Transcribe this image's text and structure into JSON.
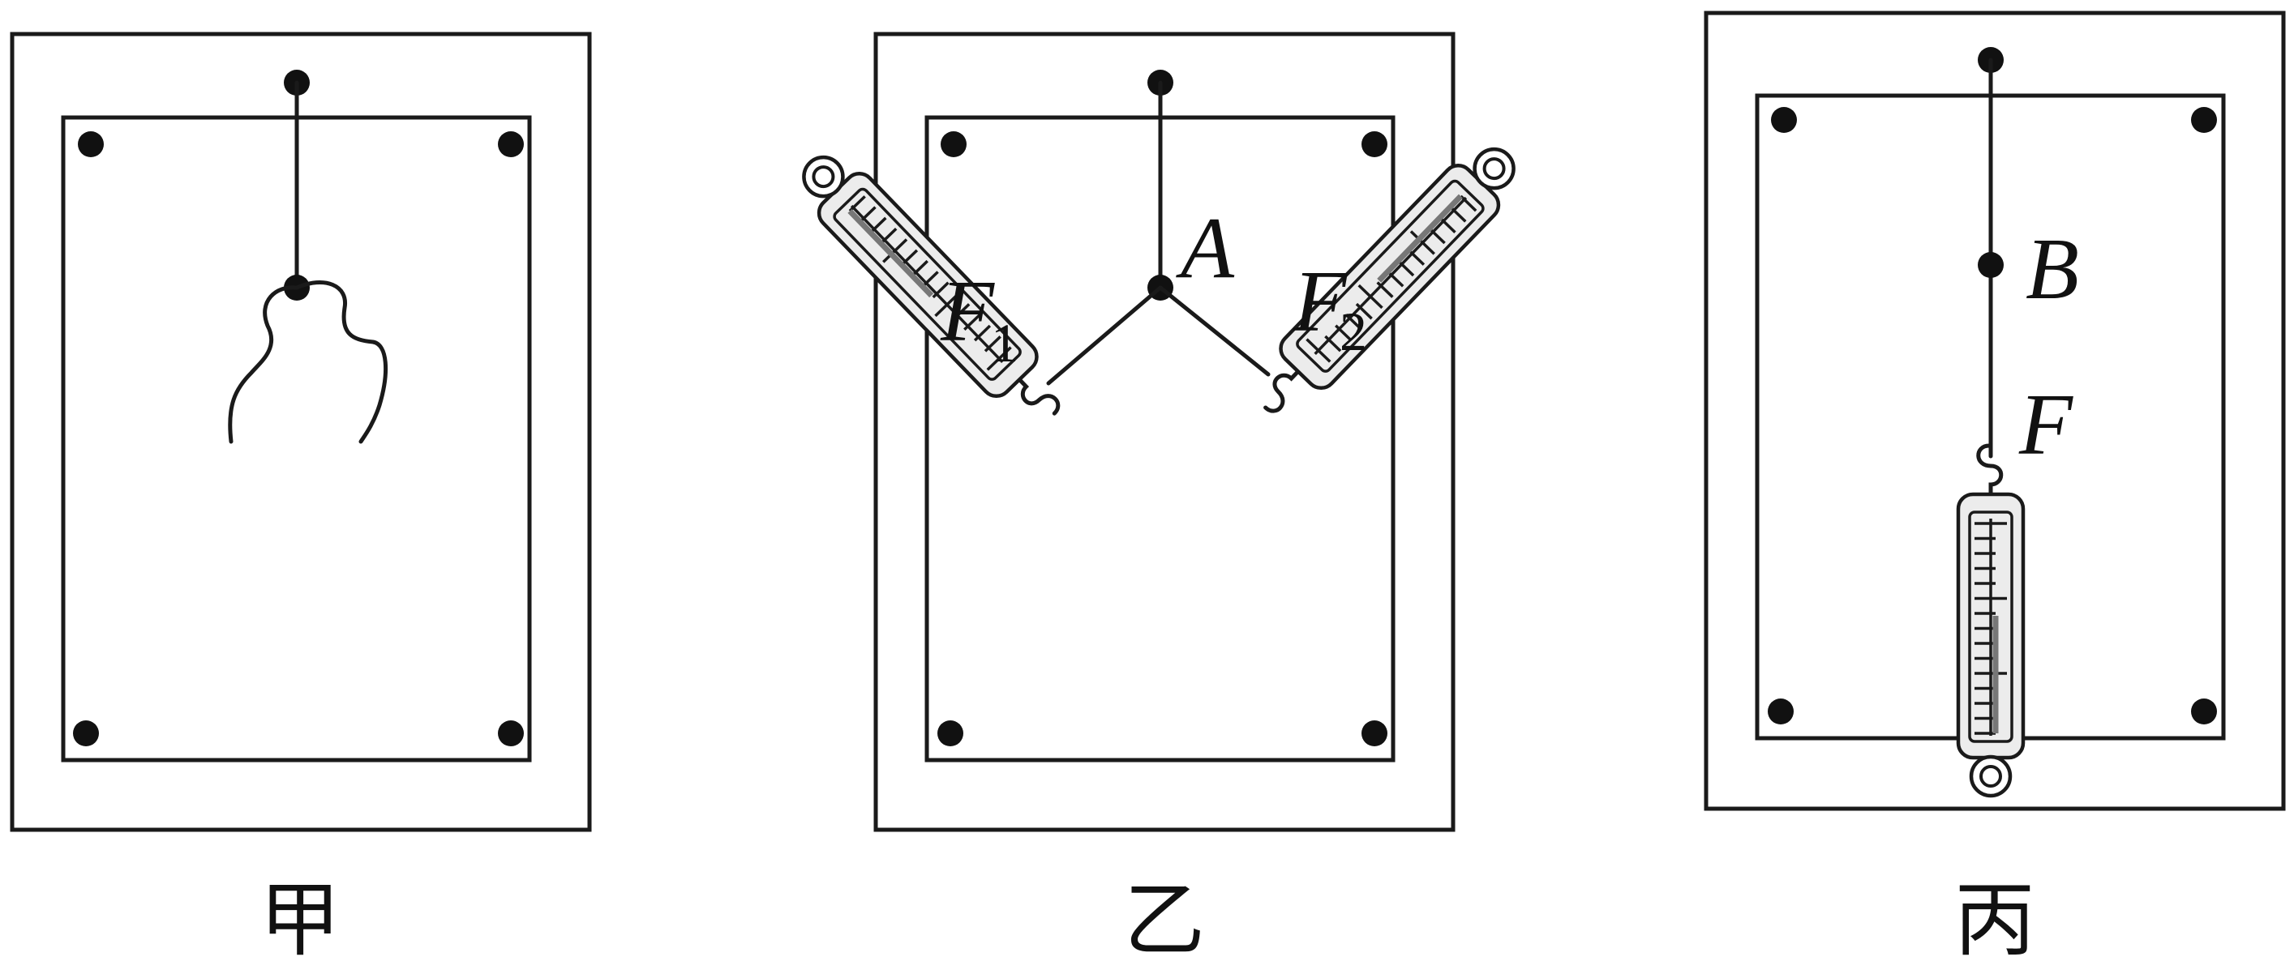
{
  "panels": [
    {
      "caption": "甲"
    },
    {
      "caption": "乙",
      "point_label": "A",
      "force1_letter": "F",
      "force1_sub": "1",
      "force2_letter": "F",
      "force2_sub": "2"
    },
    {
      "caption": "丙",
      "point_label": "B",
      "force_letter": "F"
    }
  ],
  "colors": {
    "ink": "#1a1a1a",
    "scale_fill": "#ececec",
    "pointer": "#777777"
  },
  "icons": [
    "spring-scale-icon",
    "pushpin-icon"
  ]
}
